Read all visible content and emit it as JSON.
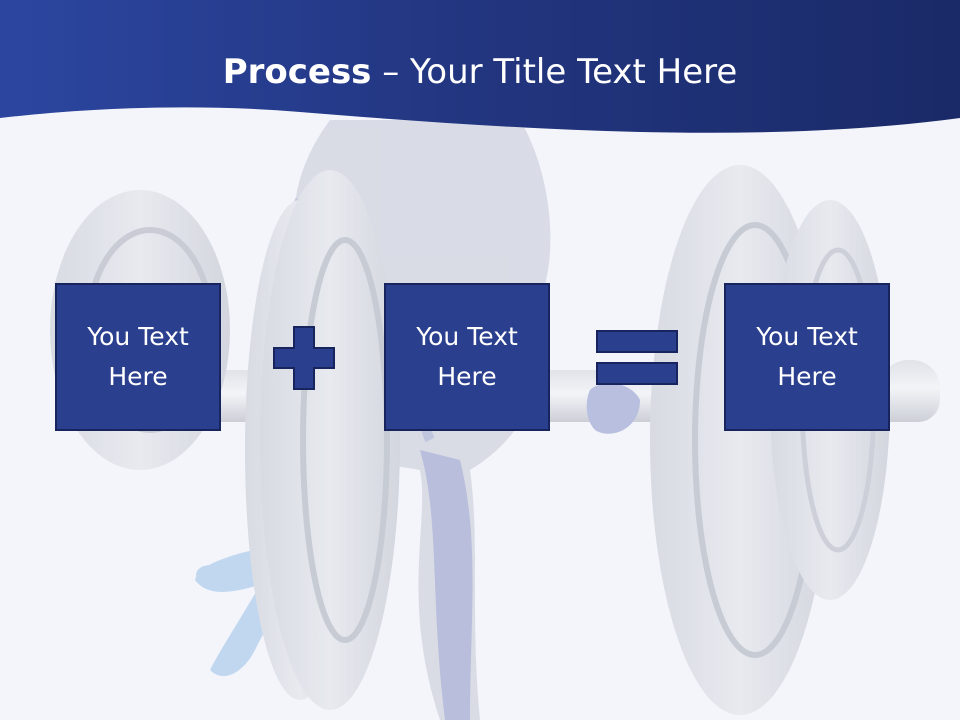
{
  "title": {
    "bold": "Process",
    "rest": " – Your Title Text Here"
  },
  "boxes": [
    {
      "text": "You Text Here"
    },
    {
      "text": "You Text Here"
    },
    {
      "text": "You Text Here"
    }
  ],
  "operators": {
    "plus": "plus-icon",
    "equals": "equals-icon"
  },
  "colors": {
    "header": "#26398a",
    "box_fill": "#2b3f8f",
    "box_border": "#17245e"
  }
}
